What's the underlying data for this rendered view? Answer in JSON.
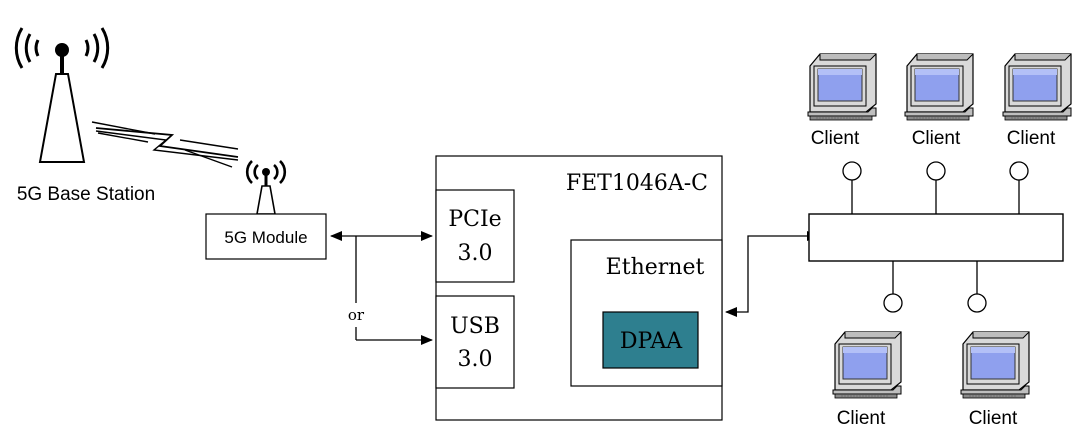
{
  "base_station": {
    "label": "5G Base Station"
  },
  "module": {
    "label": "5G Module"
  },
  "board": {
    "title": "FET1046A-C",
    "pcie": {
      "line1": "PCIe",
      "line2": "3.0"
    },
    "usb": {
      "line1": "USB",
      "line2": "3.0"
    },
    "ethernet": {
      "label": "Ethernet",
      "dpaa": "DPAA"
    }
  },
  "connector_label": "or",
  "clients": {
    "top": [
      "Client",
      "Client",
      "Client"
    ],
    "bottom": [
      "Client",
      "Client"
    ]
  },
  "colors": {
    "line": "#000000",
    "dpaa_fill": "#2e7f8f",
    "screen": "#8fa0ee",
    "monitor_body": "#d9d9d9"
  }
}
